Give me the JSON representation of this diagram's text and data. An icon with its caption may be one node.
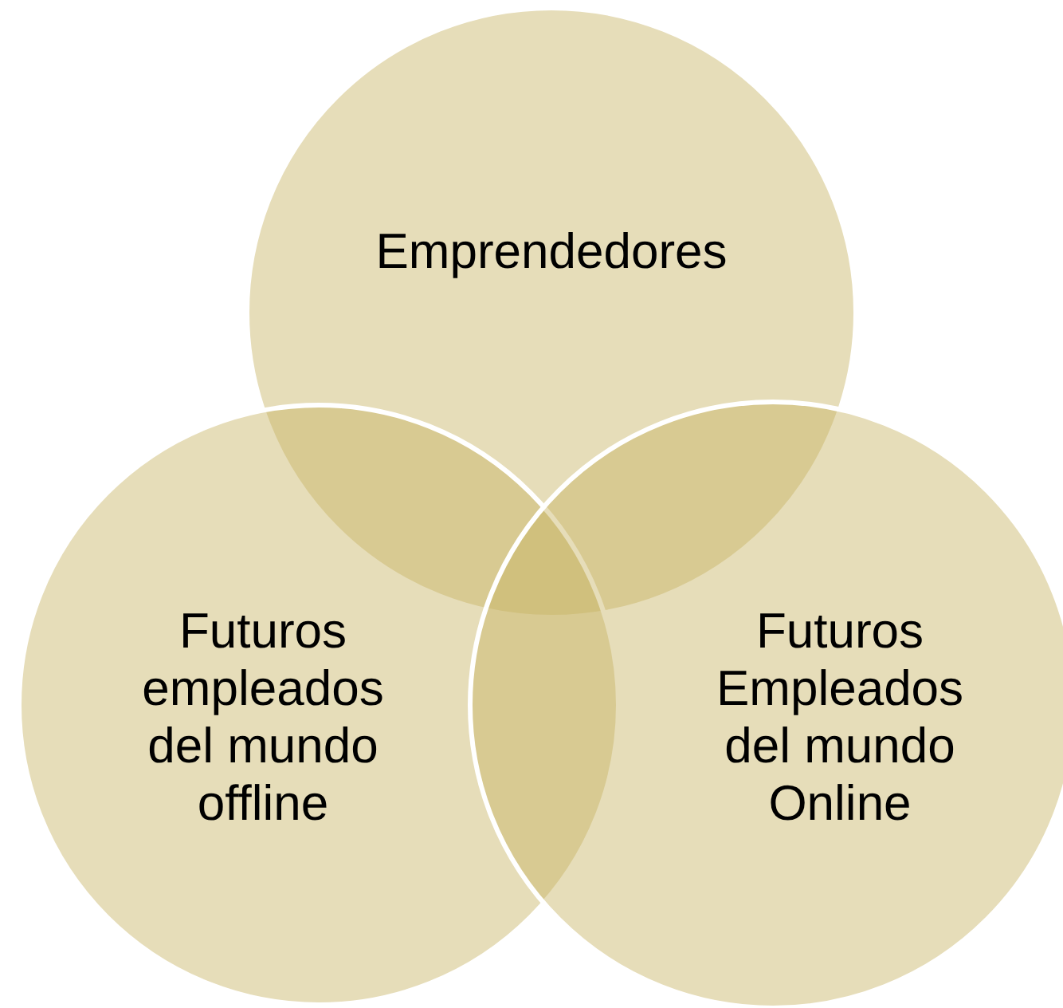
{
  "diagram": {
    "nodes": [
      {
        "text": [
          "Emprendedores"
        ]
      },
      {
        "text": [
          "Futuros empleados del mundo offline"
        ]
      },
      {
        "text": [
          "Futuros Empleados del mundo Online"
        ]
      }
    ]
  }
}
